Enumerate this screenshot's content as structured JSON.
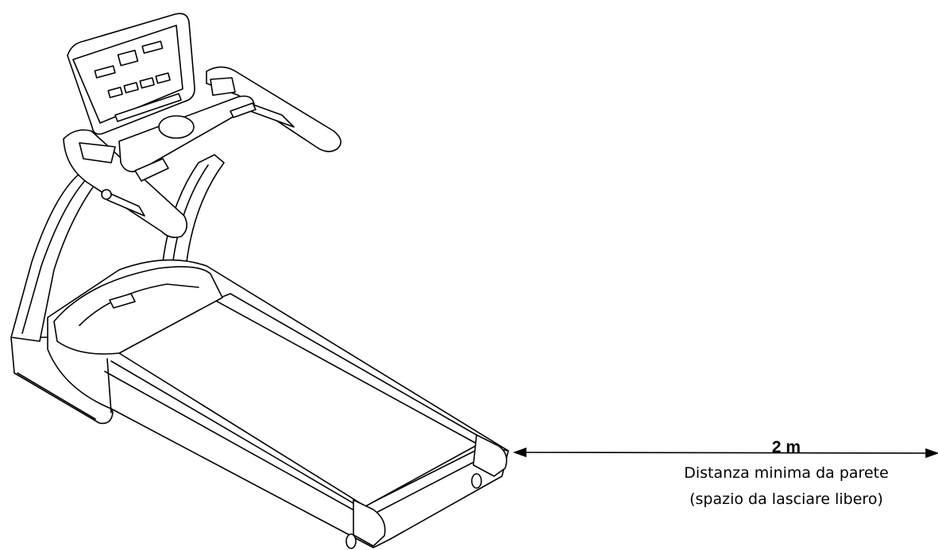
{
  "dimension": {
    "value": "2 m",
    "caption_line1": "Distanza minima da parete",
    "caption_line2": "(spazio da lasciare libero)"
  },
  "illustration": {
    "subject": "treadmill-line-drawing",
    "stroke_color": "#000000",
    "background": "#ffffff"
  }
}
